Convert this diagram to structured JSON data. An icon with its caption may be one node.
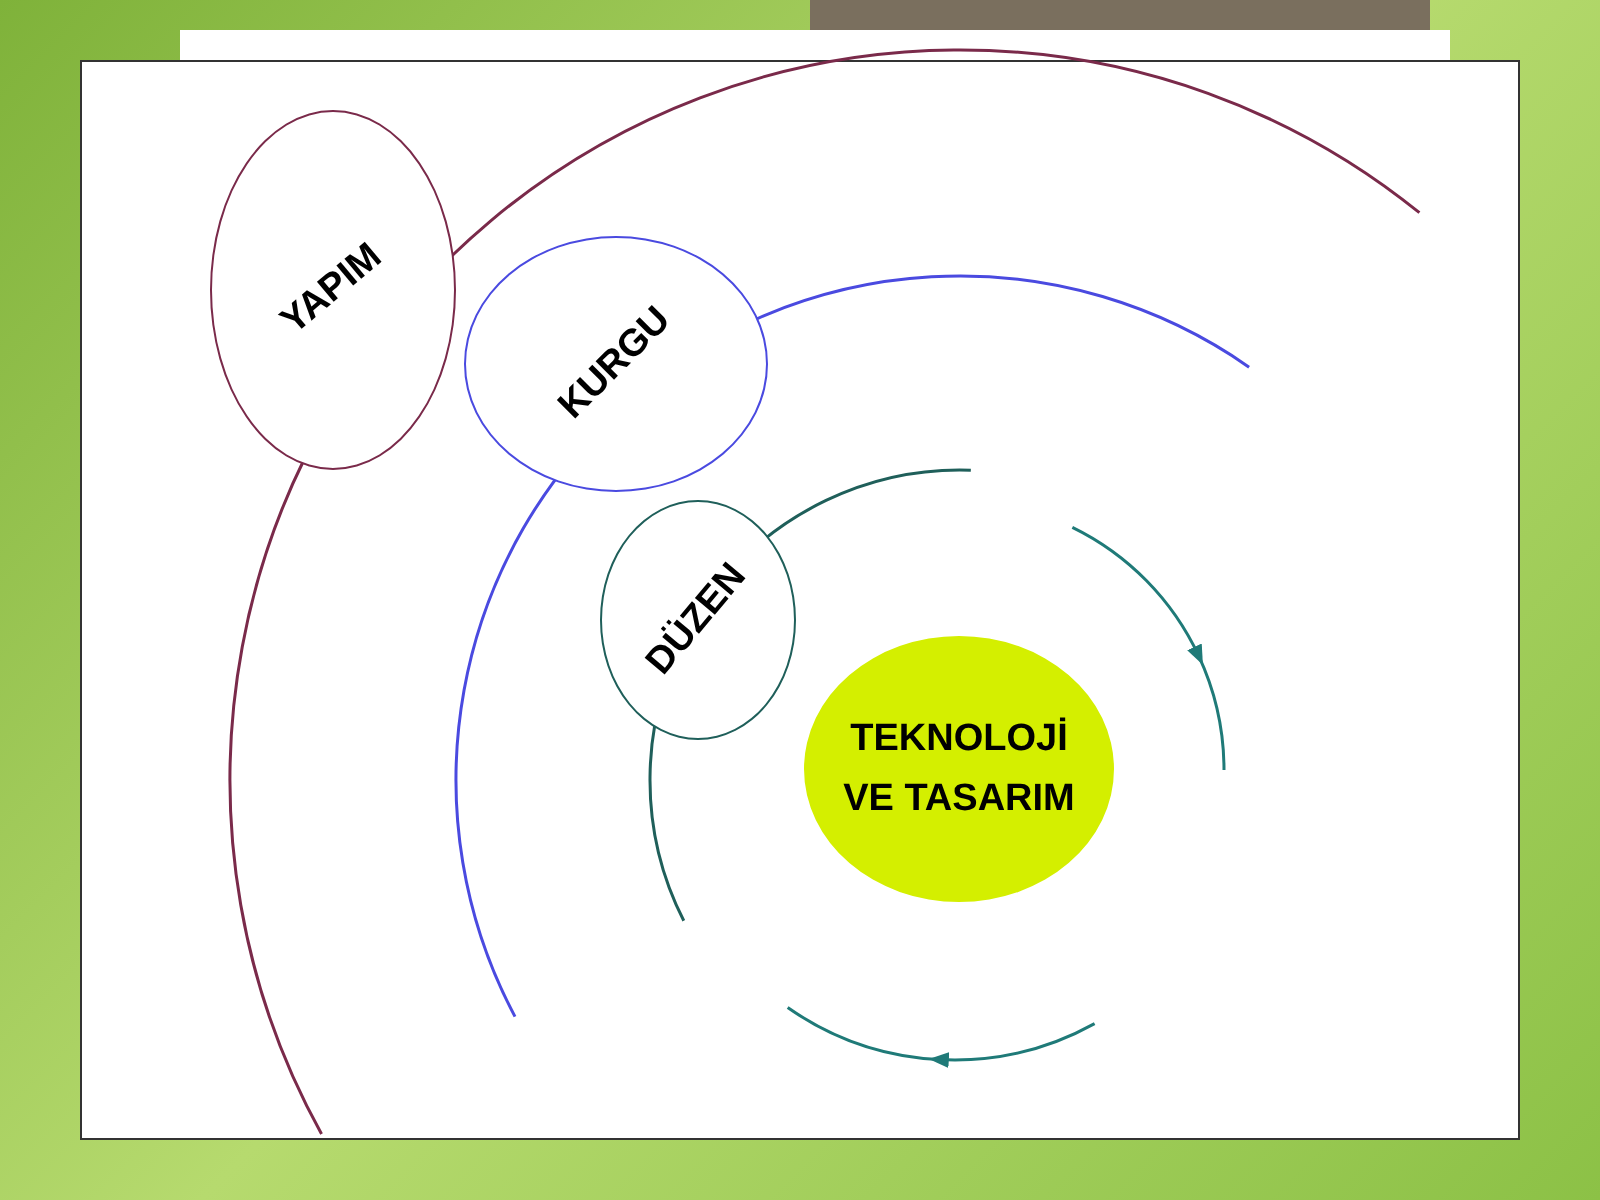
{
  "diagram": {
    "nodes": [
      {
        "text": [
          "YAPIM"
        ]
      },
      {
        "text": [
          "KURGU"
        ]
      },
      {
        "text": [
          "DÜZEN"
        ]
      },
      {
        "text": [
          "TEKNOLOJİ VE TASARIM"
        ]
      }
    ]
  }
}
